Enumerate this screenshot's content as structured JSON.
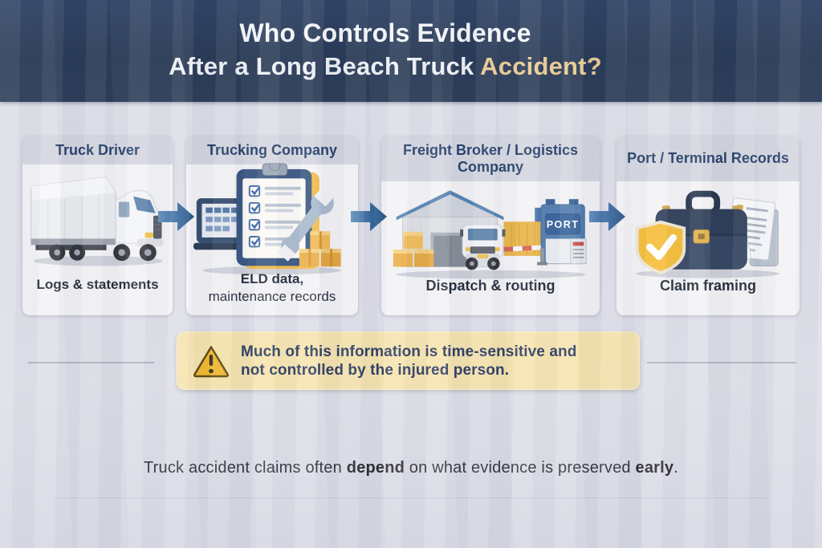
{
  "header": {
    "title_line1": "Who Controls Evidence",
    "title_line2_prefix": "After a Long Beach Truck ",
    "title_line2_highlight": "Accident?"
  },
  "flow": {
    "steps": [
      {
        "title": "Truck Driver",
        "caption": "Logs & statements",
        "icon": "semi-truck-icon"
      },
      {
        "title": "Trucking Company",
        "caption_line1": "ELD data,",
        "caption_line2": "maintenance records",
        "icon": "clipboard-checklist-icon"
      },
      {
        "title": "Freight Broker / Logistics Company",
        "caption": "Dispatch & routing",
        "icon": "warehouse-port-gate-icon",
        "port_sign": "PORT"
      },
      {
        "title": "Port / Terminal Records",
        "caption": "Claim framing",
        "icon": "briefcase-shield-icon"
      }
    ]
  },
  "warning": {
    "line1": "Much of this information is time-sensitive and",
    "line2": "not controlled by the injured person."
  },
  "footer": {
    "part1": "Truck accident claims often ",
    "bold1": "depend",
    "part2": " on what evidence is preserved ",
    "bold2": "early",
    "part3": "."
  },
  "colors": {
    "header_bg": "#223451",
    "accent_gold": "#eac98e",
    "body_bg": "#dcdde6",
    "card_bg": "#f2f2f5",
    "card_header_bg": "#d2d4de",
    "heading_navy": "#1e3a64",
    "arrow_blue_light": "#5e8dbd",
    "arrow_blue_dark": "#1b4a7f",
    "warning_bg": "#f6e3ab",
    "warning_text": "#27375e"
  }
}
